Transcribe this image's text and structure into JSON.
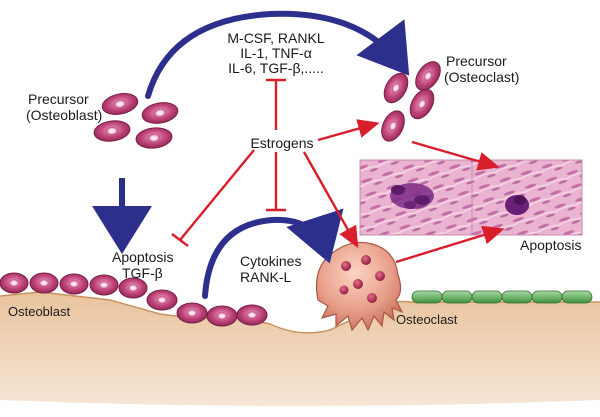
{
  "figure": {
    "factors": {
      "line1": "M-CSF, RANKL",
      "line2": "IL-1, TNF-α",
      "line3": "IL-6, TGF-β,....."
    },
    "precursor_osteoblast": {
      "line1": "Precursor",
      "line2": "(Osteoblast)"
    },
    "precursor_osteoclast": {
      "line1": "Precursor",
      "line2": "(Osteoclast)"
    },
    "estrogens": "Estrogens",
    "apoptosis_left": {
      "line1": "Apoptosis",
      "line2": "TGF-β"
    },
    "cytokines": {
      "line1": "Cytokines",
      "line2": "RANK-L"
    },
    "osteoblast": "Osteoblast",
    "osteoclast": "Osteoclast",
    "apoptosis_right": "Apoptosis"
  },
  "colors": {
    "blue_arrow": "#2d2f8c",
    "red_arrow": "#d81e2a",
    "cell_fill": "#c0457a",
    "bone": "#e2b98f",
    "green_cell": "#5aa857",
    "osteoclast": "#e8a08a"
  }
}
